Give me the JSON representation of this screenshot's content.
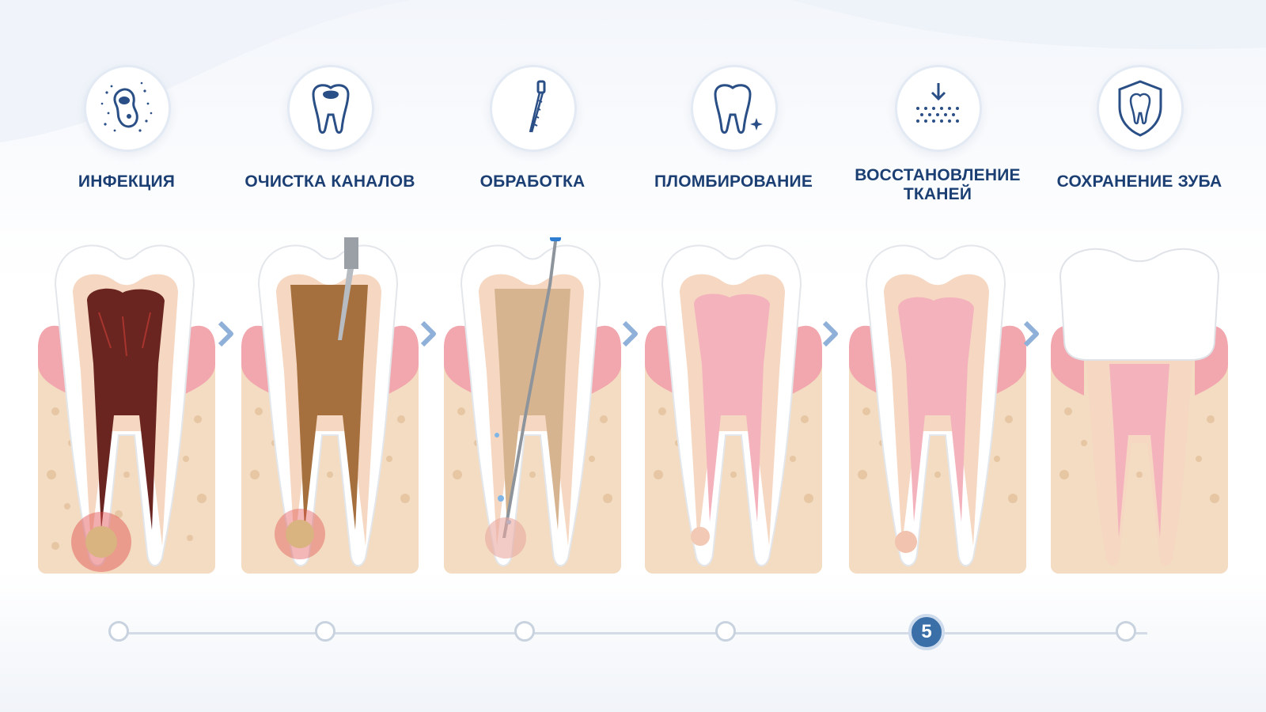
{
  "stages": [
    {
      "title": "ИНФЕКЦИЯ",
      "icon": "bacteria-icon"
    },
    {
      "title": "ОЧИСТКА КАНАЛОВ",
      "icon": "tooth-cavity-icon"
    },
    {
      "title": "ОБРАБОТКА",
      "icon": "endodontic-file-icon"
    },
    {
      "title": "ПЛОМБИРОВАНИЕ",
      "icon": "tooth-sparkle-icon"
    },
    {
      "title": "ВОССТАНОВЛЕНИЕ ТКАНЕЙ",
      "icon": "tissue-regeneration-icon"
    },
    {
      "title": "СОХРАНЕНИЕ ЗУБА",
      "icon": "tooth-shield-icon"
    }
  ],
  "timeline": {
    "active_step": 5,
    "active_label": "5",
    "total_steps": 6
  },
  "colors": {
    "title": "#1b3f73",
    "icon": "#2a4f86",
    "arrow": "#8fb0d8",
    "infection": "#c7262a",
    "gum": "#f2a6ad",
    "bone": "#f3dcc1",
    "enamel": "#ffffff",
    "pulp": "#f4b3bc",
    "active_dot": "#3a6fa8"
  }
}
